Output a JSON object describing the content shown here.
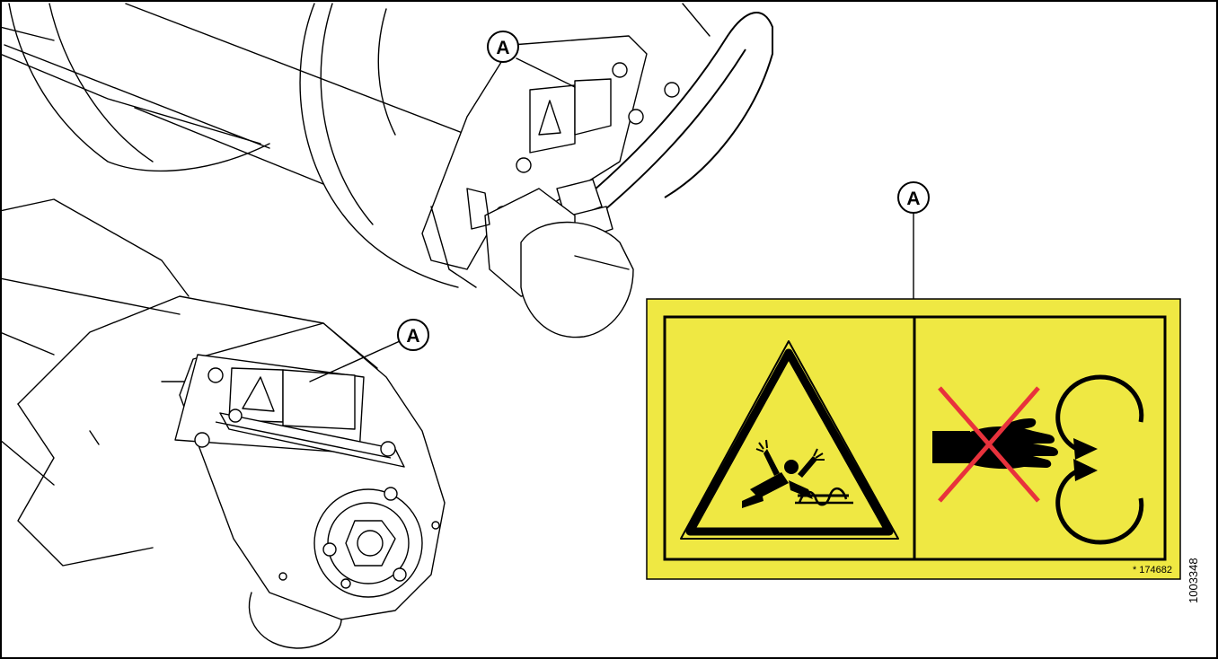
{
  "callouts": {
    "top": "A",
    "left": "A",
    "decal": "A"
  },
  "decal": {
    "part_number": "* 174682",
    "background_color": "#efe843",
    "cross_color": "#e8323c"
  },
  "figure_number": "1003348"
}
